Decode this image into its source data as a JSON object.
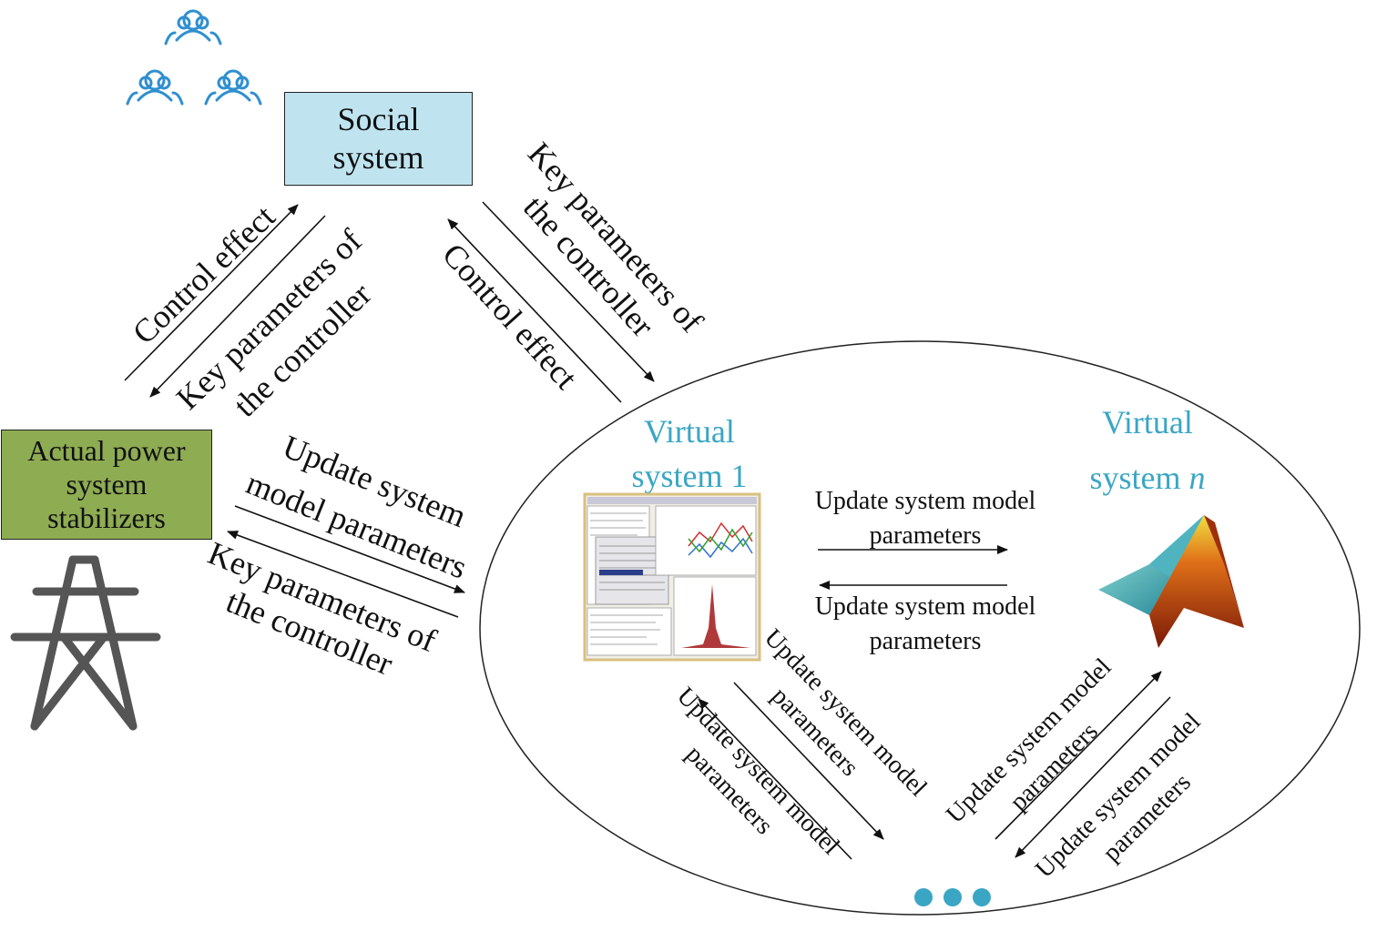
{
  "social_system": {
    "line1": "Social",
    "line2": "system",
    "color": "#bfe4f0"
  },
  "actual_power": {
    "line1": "Actual power",
    "line2": "system",
    "line3": "stabilizers",
    "color": "#8eac52"
  },
  "virtual_1": {
    "line1": "Virtual",
    "line2": "system 1"
  },
  "virtual_n": {
    "line1": "Virtual",
    "line2": "system ",
    "italic": "n"
  },
  "left_links": {
    "control_effect": "Control effect",
    "key_params_1": "Key parameters of",
    "key_params_2": "the controller"
  },
  "right_links": {
    "key_params_1": "Key parameters of",
    "key_params_2": "the controller",
    "control_effect": "Control effect"
  },
  "bottom_links": {
    "update_1": "Update system",
    "update_2": "model parameters",
    "key_params_1": "Key parameters of",
    "key_params_2": "the controller"
  },
  "inner_links": {
    "update_line1": "Update system model",
    "update_line2": "parameters"
  },
  "accent_color": "#3aa6c4",
  "icons": [
    "users-icon",
    "transmission-tower-icon",
    "software-screenshot-icon",
    "matlab-logo-icon",
    "ellipsis-dots-icon"
  ]
}
